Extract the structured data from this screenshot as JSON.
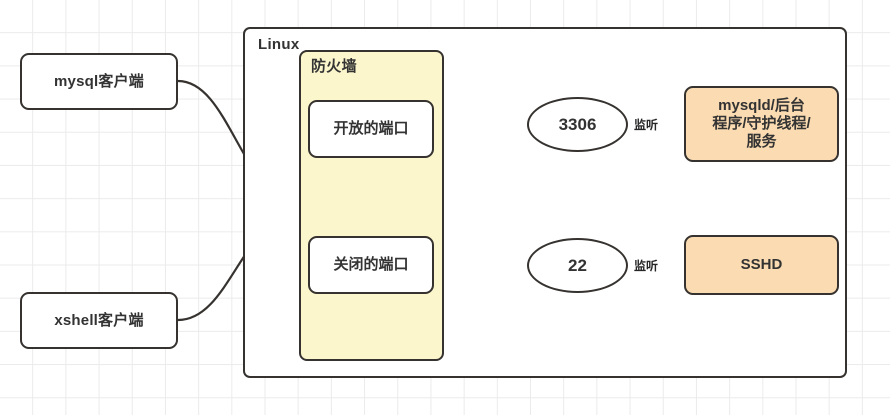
{
  "diagram": {
    "title": "Linux firewall port listening diagram",
    "colors": {
      "stroke": "#36322f",
      "firewall_fill": "#fcf6cd",
      "service_fill": "#fbdcb2",
      "node_fill": "#ffffff",
      "grid": "#ebebeb",
      "text": "#333333"
    }
  },
  "clients": [
    {
      "id": "mysql-client",
      "label": "mysql客户端"
    },
    {
      "id": "xshell-client",
      "label": "xshell客户端"
    }
  ],
  "container": {
    "label": "Linux"
  },
  "firewall": {
    "label": "防火墙",
    "ports": [
      {
        "id": "open-port",
        "label": "开放的端口"
      },
      {
        "id": "closed-port",
        "label": "关闭的端口"
      }
    ]
  },
  "ports": [
    {
      "id": "port-3306",
      "label": "3306"
    },
    {
      "id": "port-22",
      "label": "22"
    }
  ],
  "services": [
    {
      "id": "mysqld-service",
      "lines": [
        "mysqld/后台",
        "程序/守护线程/",
        "服务"
      ]
    },
    {
      "id": "sshd-service",
      "lines": [
        "SSHD"
      ]
    }
  ],
  "edge_labels": {
    "listen": "监听"
  }
}
